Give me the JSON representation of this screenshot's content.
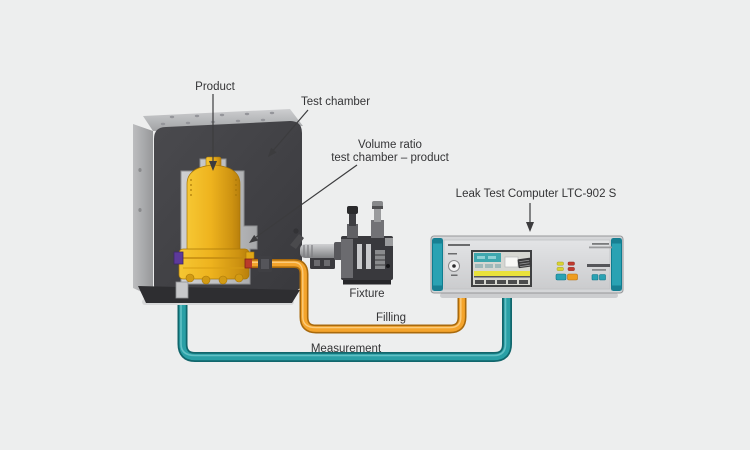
{
  "labels": {
    "product": "Product",
    "test_chamber": "Test chamber",
    "volume_ratio_line1": "Volume ratio",
    "volume_ratio_line2": "test chamber – product",
    "device_title": "Leak Test Computer LTC-902 S",
    "fixture": "Fixture",
    "filling": "Filling",
    "measurement": "Measurement"
  },
  "colors": {
    "background": "#edeeee",
    "chamber_front": "#424246",
    "chamber_top": "#b9babc",
    "cavity_gray": "#c0c1c3",
    "product_yellow": "#eeb31e",
    "filling_tube_orange": "#f4a42c",
    "measurement_tube_teal": "#2aa0a6",
    "device_panel": "#d5d6d8",
    "device_handle_teal": "#2aa2b3",
    "led_yellow": "#d9d32f",
    "led_red": "#c13a2e",
    "button_teal": "#2aa2b3",
    "button_orange": "#ee9d20",
    "screen_stripe_yellow": "#e9e23b",
    "connector_purple": "#5d3a9b",
    "connector_red": "#ba3b2a",
    "label_text": "#343436"
  }
}
